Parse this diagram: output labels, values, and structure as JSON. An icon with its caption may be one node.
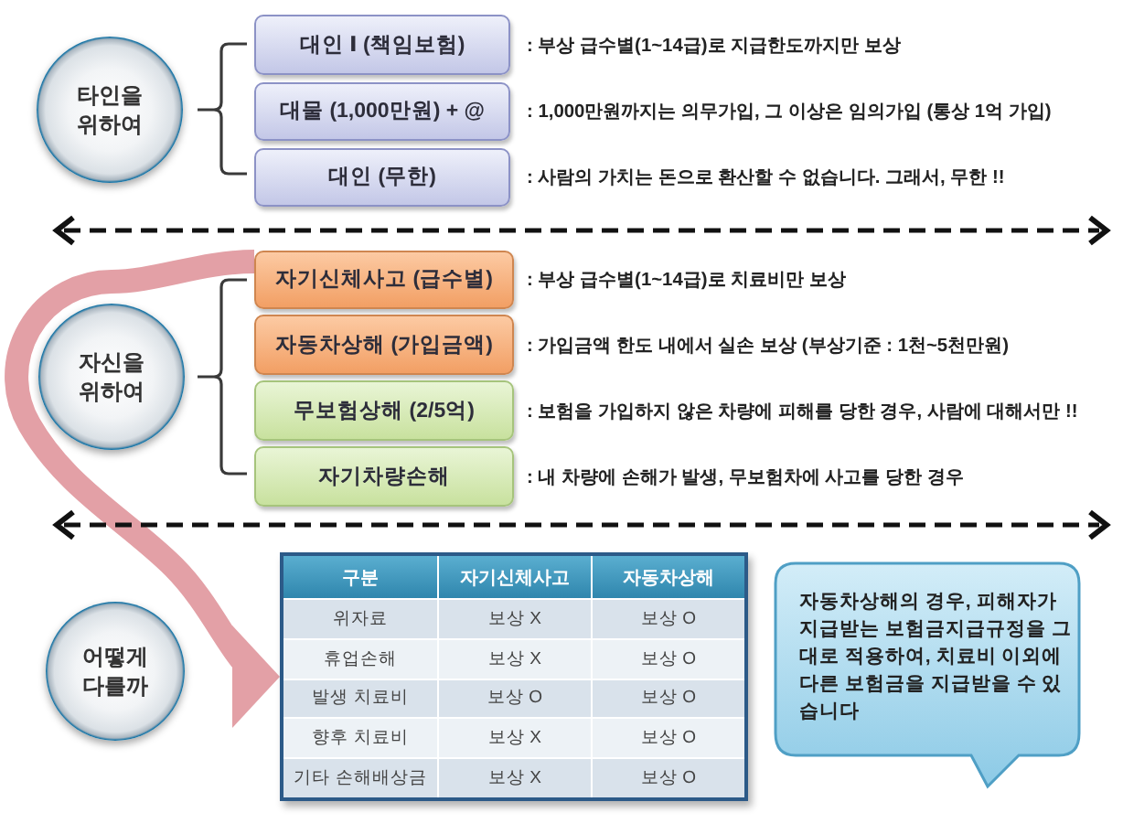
{
  "diagram": {
    "nodes": [
      {
        "text": [
          "타인을 위하여"
        ]
      },
      {
        "text": [
          "대인 Ⅰ (책임보험)"
        ],
        "beside": [
          ": 부상 급수별(1~14급)로 지급한도까지만 보상"
        ]
      },
      {
        "text": [
          "대물 (1,000만원) + @"
        ],
        "beside": [
          ": 1,000만원까지는 의무가입, 그 이상은 임의가입 (통상 1억 가입)"
        ]
      },
      {
        "text": [
          "대인 (무한)"
        ],
        "beside": [
          ": 사람의 가치는 돈으로 환산할 수 없습니다. 그래서, 무한 !!"
        ]
      },
      {
        "text": [
          "자신을 위하여"
        ]
      },
      {
        "text": [
          "자기신체사고 (급수별)"
        ],
        "beside": [
          ": 부상 급수별(1~14급)로 치료비만 보상"
        ]
      },
      {
        "text": [
          "자동차상해 (가입금액)"
        ],
        "beside": [
          ": 가입금액 한도 내에서 실손 보상 (부상기준 : 1천~5천만원)"
        ]
      },
      {
        "text": [
          "무보험상해 (2/5억)"
        ],
        "beside": [
          ": 보험을 가입하지 않은 차량에 피해를 당한 경우, 사람에 대해서만 !!"
        ]
      },
      {
        "text": [
          "자기차량손해"
        ],
        "beside": [
          ": 내 차량에 손해가 발생, 무보험차에 사고를 당한 경우"
        ]
      },
      {
        "text": [
          "어떻게 다를까"
        ]
      },
      {
        "text": [],
        "shape": "table"
      },
      {
        "text": [
          "자동차상해의 경우, 피해자가 지급받는 보험금지급규정을 그대로 적용하여, 치료비 이외에 다른 보험금을 지급받을 수 있습니다"
        ]
      }
    ],
    "edges": [
      {
        "from": 5,
        "to": 10,
        "arrow": "to",
        "color": "#e3a0a6"
      }
    ],
    "labels": [
      "구분",
      "자기신체사고",
      "자동차상해",
      "위자료",
      "보상 X",
      "보상 O",
      "휴업손해",
      "보상 X",
      "보상 O",
      "발생 치료비",
      "보상 O",
      "보상 O",
      "향후 치료비",
      "보상 X",
      "보상 O",
      "기타 손해배상금",
      "보상 X",
      "보상 O"
    ]
  }
}
